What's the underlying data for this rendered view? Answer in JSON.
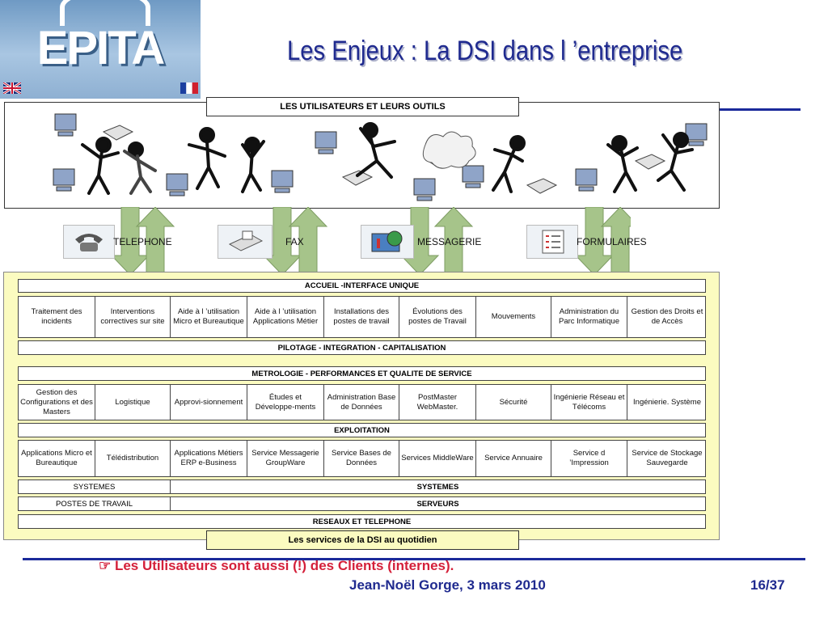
{
  "title": "Les Enjeux : La DSI dans l ’entreprise",
  "icons": {
    "logo": "epita-logo-icon",
    "flag_uk": "uk-flag-icon",
    "flag_fr": "france-flag-icon"
  },
  "logo_text": "EPITA",
  "users_header": "LES UTILISATEURS ET LEURS OUTILS",
  "channels": [
    {
      "label": "TELEPHONE",
      "icon": "telephone-icon"
    },
    {
      "label": "FAX",
      "icon": "fax-icon"
    },
    {
      "label": "MESSAGERIE",
      "icon": "messagerie-icon"
    },
    {
      "label": "FORMULAIRES",
      "icon": "form-icon"
    }
  ],
  "bars": {
    "accueil": "ACCUEIL -INTERFACE UNIQUE",
    "pilotage": "PILOTAGE - INTEGRATION - CAPITALISATION",
    "metrologie": "METROLOGIE  - PERFORMANCES ET QUALITE DE SERVICE",
    "exploitation": "EXPLOITATION",
    "systemes_left": "SYSTEMES",
    "systemes_right": "SYSTEMES",
    "postes_left": "POSTES DE TRAVAIL",
    "serveurs": "SERVEURS",
    "reseaux": "RESEAUX ET TELEPHONE"
  },
  "row1": [
    "Traitement des incidents",
    "Interventions correctives sur site",
    "Aide à l ’utilisation Micro et Bureautique",
    "Aide à l ’utilisation Applications Métier",
    "Installations des postes de travail",
    "Évolutions des postes de Travail",
    "Mouvements",
    "Administration du Parc Informatique",
    "Gestion des Droits et de Accès"
  ],
  "row2": [
    "Gestion des Configurations et des Masters",
    "Logistique",
    "Approvi-sionnement",
    "Études et Développe-ments",
    "Administration Base de Données",
    "PostMaster WebMaster.",
    "Sécurité",
    "Ingénierie Réseau et Télécoms",
    "Ingénierie. Système"
  ],
  "row3": [
    "Applications Micro et Bureautique",
    "Télédistribution",
    "Applications Métiers ERP e-Business",
    "Service Messagerie GroupWare",
    "Service Bases de Données",
    "Services MiddleWare",
    "Service Annuaire",
    "Service d ’Impression",
    "Service de Stockage Sauvegarde"
  ],
  "bottom_box": "Les services de la DSI au quotidien",
  "note": "Les Utilisateurs sont aussi (!) des Clients (internes).",
  "note_icon": "pointing-hand-icon",
  "author": "Jean-Noël Gorge, 3 mars 2010",
  "page": "16/37",
  "colors": {
    "title": "#1f2a8f",
    "note": "#d4203a",
    "panel": "#fbfbc0",
    "arrow": "#a6c48a"
  }
}
